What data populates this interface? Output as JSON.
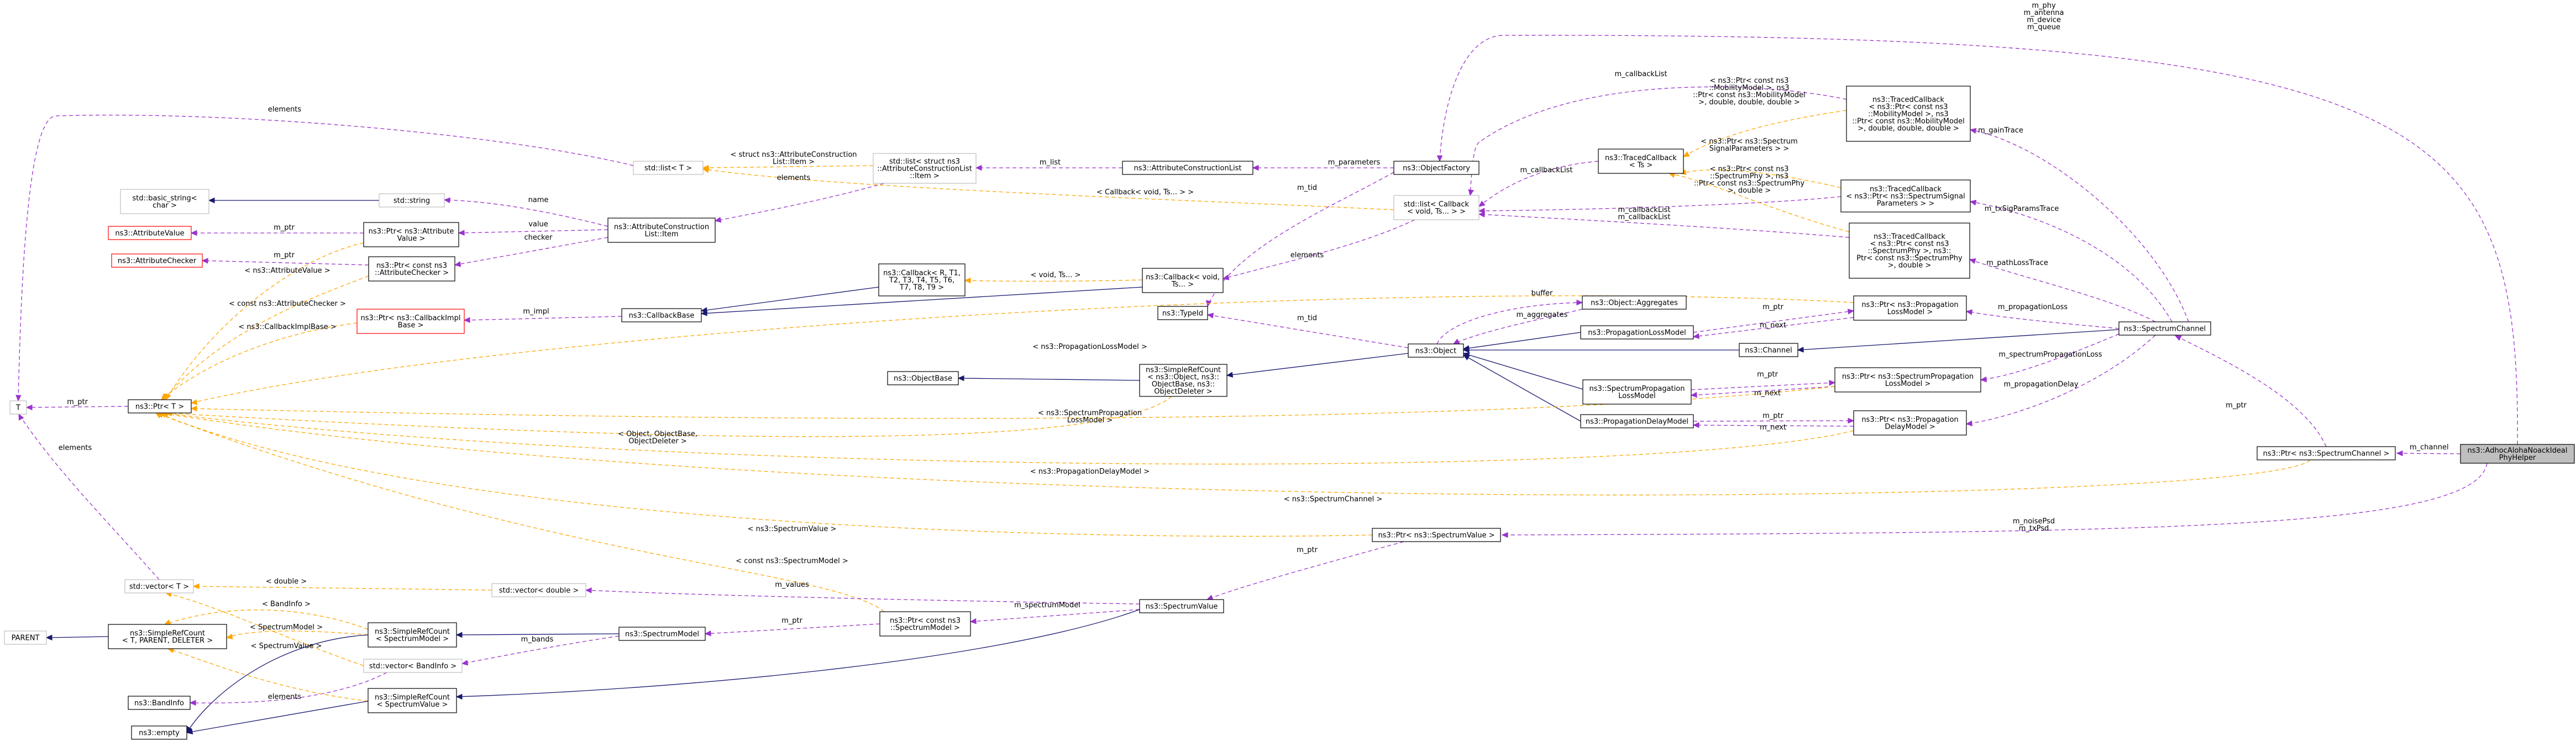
{
  "nodes": {
    "AdhocAlohaNoackIdealPhyHelper": [
      "ns3::AdhocAlohaNoackIdeal",
      "PhyHelper"
    ],
    "Ptr_SpectrumChannel": [
      "ns3::Ptr< ns3::SpectrumChannel >"
    ],
    "SpectrumChannel": [
      "ns3::SpectrumChannel"
    ],
    "Ptr_SpectrumValue": [
      "ns3::Ptr< ns3::SpectrumValue >"
    ],
    "SpectrumValue": [
      "ns3::SpectrumValue"
    ],
    "TracedCallback_Mobility": [
      "ns3::TracedCallback",
      "< ns3::Ptr< const ns3",
      "::MobilityModel >, ns3",
      "::Ptr< const ns3::MobilityModel",
      ">, double, double, double >"
    ],
    "TracedCallback_SignalParams": [
      "ns3::TracedCallback",
      "< ns3::Ptr< ns3::SpectrumSignal",
      "Parameters > >"
    ],
    "TracedCallback_SpectrumPhy": [
      "ns3::TracedCallback",
      "< ns3::Ptr< const ns3",
      "::SpectrumPhy >, ns3::",
      "Ptr< const ns3::SpectrumPhy",
      ">, double >"
    ],
    "Ptr_PropagationLossModel": [
      "ns3::Ptr< ns3::Propagation",
      "LossModel >"
    ],
    "Ptr_SpectrumPropagationLossModel": [
      "ns3::Ptr< ns3::SpectrumPropagation",
      "LossModel >"
    ],
    "Ptr_PropagationDelayModel": [
      "ns3::Ptr< ns3::Propagation",
      "DelayModel >"
    ],
    "Channel": [
      "ns3::Channel"
    ],
    "ObjectFactory": [
      "ns3::ObjectFactory"
    ],
    "TracedCallback_Ts": [
      "ns3::TracedCallback",
      "< Ts >"
    ],
    "stdlist_Callback": [
      "std::list< Callback",
      "< void, Ts... > >"
    ],
    "Object_Aggregates": [
      "ns3::Object::Aggregates"
    ],
    "PropagationLossModel": [
      "ns3::PropagationLossModel"
    ],
    "SpectrumPropagationLossModel": [
      "ns3::SpectrumPropagation",
      "LossModel"
    ],
    "PropagationDelayModel": [
      "ns3::PropagationDelayModel"
    ],
    "Object": [
      "ns3::Object"
    ],
    "TypeId": [
      "ns3::TypeId"
    ],
    "Callback_void": [
      "ns3::Callback< void,",
      "Ts... >"
    ],
    "AttributeConstructionList": [
      "ns3::AttributeConstructionList"
    ],
    "stdlist_ACLItem": [
      "std::list< struct ns3",
      "::AttributeConstructionList",
      "::Item >"
    ],
    "stdlist_T": [
      "std::list< T >"
    ],
    "SimpleRefCount_Object": [
      "ns3::SimpleRefCount",
      "< ns3::Object, ns3::",
      "ObjectBase, ns3::",
      "ObjectDeleter >"
    ],
    "ObjectBase": [
      "ns3::ObjectBase"
    ],
    "Callback_R": [
      "ns3::Callback< R, T1,",
      "T2, T3, T4, T5, T6,",
      "T7, T8, T9 >"
    ],
    "CallbackBase": [
      "ns3::CallbackBase"
    ],
    "Ptr_CallbackImplBase": [
      "ns3::Ptr< ns3::CallbackImpl",
      "Base >"
    ],
    "AttributeConstructionListItem": [
      "ns3::AttributeConstruction",
      "List::Item"
    ],
    "Ptr_AttributeValue": [
      "ns3::Ptr< ns3::Attribute",
      "Value >"
    ],
    "Ptr_AttributeChecker": [
      "ns3::Ptr< const ns3",
      "::AttributeChecker >"
    ],
    "stdstring": [
      "std::string"
    ],
    "basic_string": [
      "std::basic_string<",
      "char >"
    ],
    "AttributeValue": [
      "ns3::AttributeValue"
    ],
    "AttributeChecker": [
      "ns3::AttributeChecker"
    ],
    "T": [
      "T"
    ],
    "Ptr_T": [
      "ns3::Ptr< T >"
    ],
    "Ptr_SpectrumModel": [
      "ns3::Ptr< const ns3",
      "::SpectrumModel >"
    ],
    "SpectrumModel": [
      "ns3::SpectrumModel"
    ],
    "stdvector_double": [
      "std::vector< double >"
    ],
    "stdvector_T": [
      "std::vector< T >"
    ],
    "stdvector_BandInfo": [
      "std::vector< BandInfo >"
    ],
    "SimpleRefCount_SpectrumModel": [
      "ns3::SimpleRefCount",
      "< SpectrumModel >"
    ],
    "SimpleRefCount_SpectrumValue": [
      "ns3::SimpleRefCount",
      "< SpectrumValue >"
    ],
    "SimpleRefCount_T": [
      "ns3::SimpleRefCount",
      "< T, PARENT, DELETER >"
    ],
    "PARENT": [
      "PARENT"
    ],
    "BandInfo": [
      "ns3::BandInfo"
    ],
    "empty": [
      "ns3::empty"
    ]
  },
  "edge_labels": {
    "m_channel": [
      "m_channel"
    ],
    "m_phy_etc": [
      "m_phy",
      "m_antenna",
      "m_device",
      "m_queue"
    ],
    "m_noisePsd": [
      "m_noisePsd",
      "m_txPsd"
    ],
    "m_ptr_sc": [
      "m_ptr"
    ],
    "m_gainTrace": [
      "m_gainTrace"
    ],
    "m_txSigParamsTrace": [
      "m_txSigParamsTrace"
    ],
    "m_pathLossTrace": [
      "m_pathLossTrace"
    ],
    "m_propagationLoss": [
      "m_propagationLoss"
    ],
    "m_spectrumPropagationLoss": [
      "m_spectrumPropagationLoss"
    ],
    "m_propagationDelay": [
      "m_propagationDelay"
    ],
    "m_callbackList_top": [
      "m_callbackList"
    ],
    "m_callbackList_mid": [
      "m_callbackList"
    ],
    "m_callbackList_low": [
      "m_callbackList",
      "m_callbackList"
    ],
    "tpl_mobility": [
      "< ns3::Ptr< const ns3",
      "::MobilityModel >, ns3",
      "::Ptr< const ns3::MobilityModel",
      ">, double, double, double >"
    ],
    "tpl_signal": [
      "< ns3::Ptr< ns3::Spectrum",
      "SignalParameters > >"
    ],
    "tpl_spectrumphy": [
      "< ns3::Ptr< const ns3",
      "::SpectrumPhy >, ns3",
      "::Ptr< const ns3::SpectrumPhy",
      ">, double >"
    ],
    "m_ptr_plm": [
      "m_ptr"
    ],
    "m_next_plm": [
      "m_next"
    ],
    "m_ptr_splm": [
      "m_ptr"
    ],
    "m_next_splm": [
      "m_next"
    ],
    "m_ptr_pdm": [
      "m_ptr"
    ],
    "m_next_pdm": [
      "m_next"
    ],
    "buffer": [
      "buffer"
    ],
    "m_aggregates": [
      "m_aggregates"
    ],
    "m_tid_of": [
      "m_tid"
    ],
    "m_tid_obj": [
      "m_tid"
    ],
    "m_parameters": [
      "m_parameters"
    ],
    "m_list": [
      "m_list"
    ],
    "elements_acl": [
      "elements"
    ],
    "elements_cb": [
      "elements"
    ],
    "tpl_cb_void": [
      "< Callback< void, Ts... > >"
    ],
    "tpl_struct": [
      "< struct ns3::AttributeConstruction",
      "List::Item >"
    ],
    "tpl_void_ts": [
      "< void, Ts... >"
    ],
    "m_impl": [
      "m_impl"
    ],
    "name": [
      "name"
    ],
    "value": [
      "value"
    ],
    "checker": [
      "checker"
    ],
    "elements_T": [
      "elements"
    ],
    "m_ptr_av": [
      "m_ptr"
    ],
    "m_ptr_ac": [
      "m_ptr"
    ],
    "tpl_attrvalue": [
      "< ns3::AttributeValue >"
    ],
    "tpl_constchecker": [
      "< const ns3::AttributeChecker >"
    ],
    "tpl_cbimpl": [
      "< ns3::CallbackImplBase >"
    ],
    "m_ptr_T": [
      "m_ptr"
    ],
    "elements_vec": [
      "elements"
    ],
    "tpl_plm": [
      "< ns3::PropagationLossModel >"
    ],
    "tpl_splm": [
      "< ns3::SpectrumPropagation",
      "LossModel >"
    ],
    "tpl_object": [
      "< Object, ObjectBase,",
      "ObjectDeleter >"
    ],
    "tpl_pdm": [
      "< ns3::PropagationDelayModel >"
    ],
    "tpl_sc": [
      "< ns3::SpectrumChannel >"
    ],
    "tpl_sv": [
      "< ns3::SpectrumValue >"
    ],
    "tpl_const_sm": [
      "< const ns3::SpectrumModel >"
    ],
    "m_ptr_sv": [
      "m_ptr"
    ],
    "m_values": [
      "m_values"
    ],
    "tpl_double": [
      "< double >"
    ],
    "m_spectrumModel": [
      "m_spectrumModel"
    ],
    "m_ptr_sm": [
      "m_ptr"
    ],
    "m_bands": [
      "m_bands"
    ],
    "tpl_bandinfo": [
      "< BandInfo >"
    ],
    "tpl_spectrummodel": [
      "< SpectrumModel >"
    ],
    "tpl_spectrumvalue": [
      "< SpectrumValue >"
    ],
    "elements_bi": [
      "elements"
    ]
  },
  "colors": {
    "inheritance": "#191970",
    "usage": "#9a32cd",
    "template": "#ffa500",
    "focus_fill": "#bfbfbf",
    "undocumented_border": "#bfbfbf",
    "truncated_border": "#ff0000"
  }
}
